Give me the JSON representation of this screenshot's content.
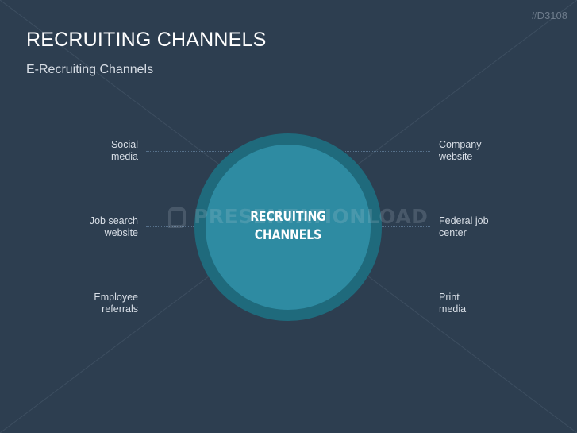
{
  "code": "#D3108",
  "title": "RECRUITING CHANNELS",
  "subtitle": "E-Recruiting Channels",
  "center": {
    "line1": "RECRUITING",
    "line2": "CHANNELS"
  },
  "watermark": "PRESENTATIONLOAD",
  "left_items": [
    {
      "line1": "Social",
      "line2": "media"
    },
    {
      "line1": "Job search",
      "line2": "website"
    },
    {
      "line1": "Employee",
      "line2": "referrals"
    }
  ],
  "right_items": [
    {
      "line1": "Company",
      "line2": "website"
    },
    {
      "line1": "Federal job",
      "line2": "center"
    },
    {
      "line1": "Print",
      "line2": "media"
    }
  ],
  "colors": {
    "background": "#2d3e50",
    "ring_outer": "#1f6a7c",
    "ring_inner": "#2e8ba2",
    "text": "#d8dee6"
  }
}
